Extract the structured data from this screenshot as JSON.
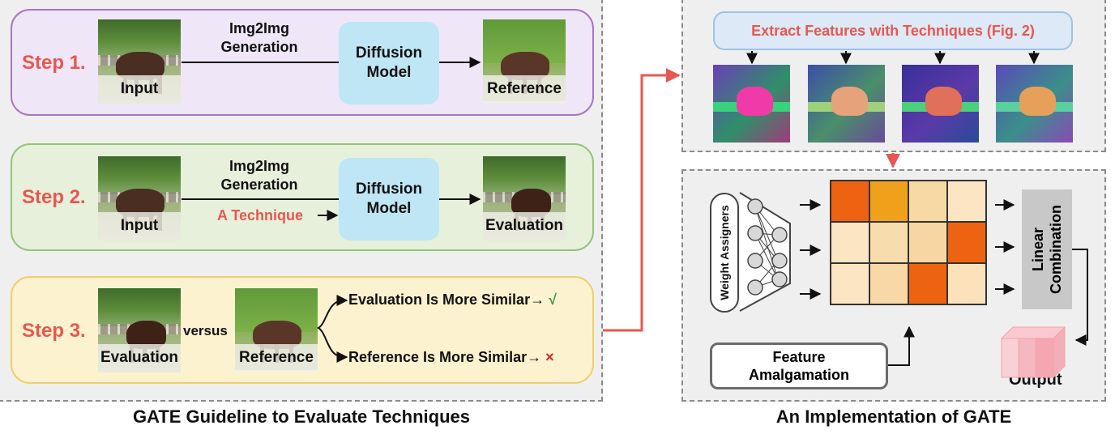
{
  "left_panel": {
    "footer": "GATE Guideline to Evaluate Techniques",
    "step1": {
      "label": "Step 1.",
      "input_caption": "Input",
      "arrow_label_line1": "Img2Img",
      "arrow_label_line2": "Generation",
      "model_line1": "Diffusion",
      "model_line2": "Model",
      "output_caption": "Reference"
    },
    "step2": {
      "label": "Step 2.",
      "input_caption": "Input",
      "arrow_label_line1": "Img2Img",
      "arrow_label_line2": "Generation",
      "technique": "A Technique",
      "model_line1": "Diffusion",
      "model_line2": "Model",
      "output_caption": "Evaluation"
    },
    "step3": {
      "label": "Step 3.",
      "left_caption": "Evaluation",
      "versus": "versus",
      "right_caption": "Reference",
      "outcome1": "Evaluation Is More Similar→",
      "outcome1_mark": "√",
      "outcome2": "Reference  Is More Similar→",
      "outcome2_mark": "×"
    }
  },
  "right_panel": {
    "footer": "An Implementation of GATE",
    "extract_label": "Extract Features with Techniques (Fig. 2)",
    "weight_assigners": "Weight Assigners",
    "linear_line1": "Linear",
    "linear_line2": "Combination",
    "amalgamation_line1": "Feature",
    "amalgamation_line2": "Amalgamation",
    "output": "Output",
    "matrix_colors": [
      [
        "#ee6311",
        "#f0a11c",
        "#f7d9a4",
        "#fbe5c2"
      ],
      [
        "#fbe5c2",
        "#f7dcae",
        "#f7d6a1",
        "#ee6311"
      ],
      [
        "#fbe5c2",
        "#f7d8a6",
        "#ee6311",
        "#fbe2bb"
      ]
    ]
  },
  "colors": {
    "accent_red": "#e8574f",
    "step1_bg": "#efe6f7",
    "step2_bg": "#e6f0db",
    "step3_bg": "#fdf2cf",
    "diffusion_bg": "#bfe6f5"
  }
}
